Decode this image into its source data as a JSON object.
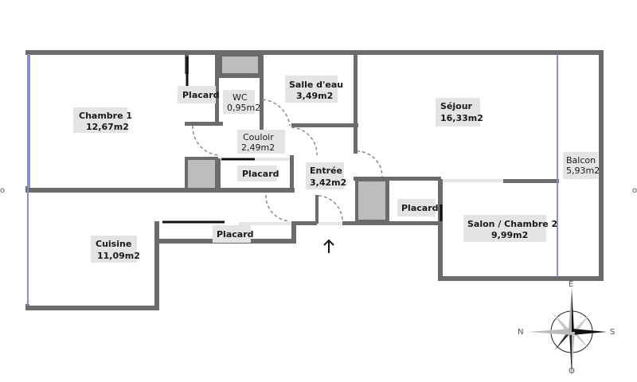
{
  "plan": {
    "rooms": [
      {
        "id": "chambre1",
        "name": "Chambre 1",
        "area": "12,67m2"
      },
      {
        "id": "placard1",
        "name": "Placard",
        "area": ""
      },
      {
        "id": "wc",
        "name": "WC",
        "area": "0,95m2"
      },
      {
        "id": "salle_deau",
        "name": "Salle d'eau",
        "area": "3,49m2"
      },
      {
        "id": "couloir",
        "name": "Couloir",
        "area": "2,49m2"
      },
      {
        "id": "placard2",
        "name": "Placard",
        "area": ""
      },
      {
        "id": "entree",
        "name": "Entrée",
        "area": "3,42m2"
      },
      {
        "id": "sejour",
        "name": "Séjour",
        "area": "16,33m2"
      },
      {
        "id": "balcon",
        "name": "Balcon",
        "area": "5,93m2"
      },
      {
        "id": "placard3",
        "name": "Placard",
        "area": ""
      },
      {
        "id": "salon",
        "name": "Salon / Chambre 2",
        "area": "9,99m2"
      },
      {
        "id": "cuisine",
        "name": "Cuisine",
        "area": "11,09m2"
      },
      {
        "id": "placard4",
        "name": "Placard",
        "area": ""
      }
    ],
    "entrance_arrow": "↑",
    "compass": {
      "top": "E",
      "left": "N",
      "right": "S",
      "bottom": "O"
    },
    "edge_marks": {
      "left": "o",
      "right": "o"
    },
    "colors": {
      "wall": "#6b6b6b",
      "window": "#8b8fd0",
      "shaft": "#bdbdbd",
      "label_bg": "#e4e4e4"
    }
  }
}
